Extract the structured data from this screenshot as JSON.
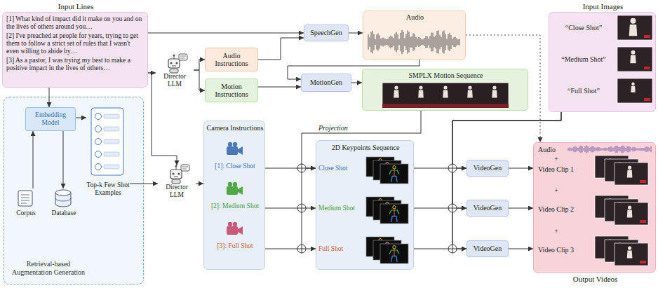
{
  "diagram": {
    "nodes": [
      {
        "text": [
          "Input Lines",
          "[1] What kind of impact did it make on you and on the lives of others around you…",
          "[2] I've preached at people for years, trying to get them to follow a strict set of rules that I wasn't even willing to abide by…",
          "[3] As a pastor, I was trying my best to make a positive impact in the lives of others…"
        ]
      },
      {
        "text": [
          "Director LLM"
        ]
      },
      {
        "text": [
          "Audio Instructions"
        ]
      },
      {
        "text": [
          "Motion Instructions"
        ]
      },
      {
        "text": [
          "SpeechGen"
        ]
      },
      {
        "text": [
          "Audio"
        ]
      },
      {
        "text": [
          "MotionGen"
        ]
      },
      {
        "text": [
          "SMPLX Motion Sequence"
        ]
      },
      {
        "text": [
          "Input Images",
          "“Close Shot”",
          "“Medium Shot”",
          "“Full Shot”"
        ]
      },
      {
        "text": [
          "Retrieval-based Augmentation Generation"
        ]
      },
      {
        "text": [
          "Embedding Model"
        ],
        "in": 9
      },
      {
        "text": [
          "Corpus"
        ],
        "in": 9
      },
      {
        "text": [
          "Database"
        ],
        "in": 9
      },
      {
        "text": [
          "Top-k Few Shot Examples"
        ],
        "in": 9
      },
      {
        "text": [
          "Director LLM"
        ]
      },
      {
        "text": [
          "Camera Instructions",
          "[1]: Close Shot",
          "[2]: Medium Shot",
          "[3]: Full Shot"
        ]
      },
      {
        "text": [
          "2D Keypoints Sequence",
          "Close Shot",
          "Medium Shot",
          "Full Shot"
        ]
      },
      {
        "text": [
          "VideoGen"
        ]
      },
      {
        "text": [
          "VideoGen"
        ]
      },
      {
        "text": [
          "VideoGen"
        ]
      },
      {
        "text": [
          "Output Videos",
          "Audio",
          "+",
          "Video Clip 1",
          "+",
          "Video Clip 2",
          "+",
          "Video Clip 3"
        ]
      }
    ],
    "edges": [
      {
        "from": 0,
        "to": 4,
        "arrow": "to"
      },
      {
        "from": 0,
        "to": 1,
        "arrow": "to"
      },
      {
        "from": 0,
        "to": 14,
        "arrow": "to"
      },
      {
        "from": 0,
        "to": 10,
        "arrow": "to"
      },
      {
        "from": 1,
        "to": 2,
        "arrow": "to"
      },
      {
        "from": 1,
        "to": 3,
        "arrow": "to"
      },
      {
        "from": 2,
        "to": 4,
        "arrow": "to"
      },
      {
        "from": 4,
        "to": 5,
        "arrow": "to"
      },
      {
        "from": 5,
        "to": 6,
        "arrow": "to"
      },
      {
        "from": 3,
        "to": 6,
        "arrow": "to"
      },
      {
        "from": 6,
        "to": 7,
        "arrow": "to"
      },
      {
        "from": 7,
        "to": 16,
        "label": "Projection",
        "arrow": "to"
      },
      {
        "from": 11,
        "to": 10,
        "arrow": "to"
      },
      {
        "from": 10,
        "to": 12,
        "arrow": "to"
      },
      {
        "from": 10,
        "to": 13,
        "arrow": "to"
      },
      {
        "from": 13,
        "to": 14,
        "arrow": "to"
      },
      {
        "from": 14,
        "to": 15,
        "arrow": "to"
      },
      {
        "from": 15,
        "to": 16,
        "arrow": "to"
      },
      {
        "from": 15,
        "to": 16,
        "arrow": "to"
      },
      {
        "from": 15,
        "to": 16,
        "arrow": "to"
      },
      {
        "from": 8,
        "to": 17,
        "arrow": "to"
      },
      {
        "from": 8,
        "to": 18,
        "arrow": "to"
      },
      {
        "from": 8,
        "to": 19,
        "arrow": "to"
      },
      {
        "from": 16,
        "to": 17,
        "arrow": "to"
      },
      {
        "from": 16,
        "to": 18,
        "arrow": "to"
      },
      {
        "from": 16,
        "to": 19,
        "arrow": "to"
      },
      {
        "from": 17,
        "to": 20,
        "arrow": "to"
      },
      {
        "from": 18,
        "to": 20,
        "arrow": "to"
      },
      {
        "from": 19,
        "to": 20,
        "arrow": "to"
      },
      {
        "from": 5,
        "to": 20,
        "arrow": "to"
      }
    ]
  }
}
